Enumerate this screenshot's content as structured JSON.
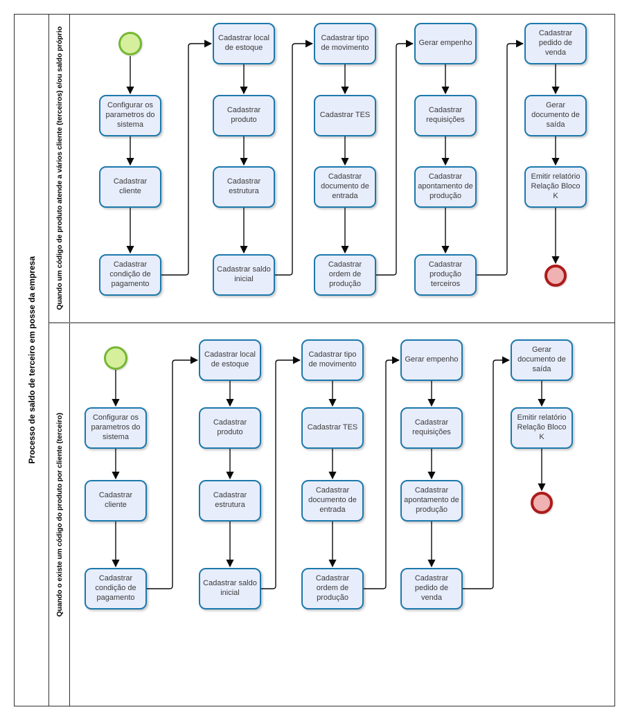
{
  "diagram": {
    "pool_title": "Processo de saldo de terceiro em posse da empresa",
    "lanes": [
      {
        "label": "Quando um código de produto atende a vários cliente (terceiros) e/ou saldo próprio",
        "columns": [
          {
            "tasks": [
              "Configurar os parametros do sistema",
              "Cadastrar cliente",
              "Cadastrar condição de pagamento"
            ]
          },
          {
            "tasks": [
              "Cadastrar local de estoque",
              "Cadastrar produto",
              "Cadastrar estrutura",
              "Cadastrar saldo inicial"
            ]
          },
          {
            "tasks": [
              "Cadastrar tipo de movimento",
              "Cadastrar TES",
              "Cadastrar documento de entrada",
              "Cadastrar ordem de produção"
            ]
          },
          {
            "tasks": [
              "Gerar empenho",
              "Cadastrar requisições",
              "Cadastrar apontamento de produção",
              "Cadastrar produção terceiros"
            ]
          },
          {
            "tasks": [
              "Cadastrar pedido de venda",
              "Gerar documento de saída",
              "Emitir relatório Relação Bloco K"
            ]
          }
        ]
      },
      {
        "label": "Quando o existe um código do produto por cliente (terceiro)",
        "columns": [
          {
            "tasks": [
              "Configurar os parametros do sistema",
              "Cadastrar cliente",
              "Cadastrar condição de pagamento"
            ]
          },
          {
            "tasks": [
              "Cadastrar local de estoque",
              "Cadastrar produto",
              "Cadastrar estrutura",
              "Cadastrar saldo inicial"
            ]
          },
          {
            "tasks": [
              "Cadastrar tipo de movimento",
              "Cadastrar TES",
              "Cadastrar documento de entrada",
              "Cadastrar ordem de produção"
            ]
          },
          {
            "tasks": [
              "Gerar empenho",
              "Cadastrar requisições",
              "Cadastrar apontamento de produção",
              "Cadastrar pedido de venda"
            ]
          },
          {
            "tasks": [
              "Gerar documento de saída",
              "Emitir relatório Relação Bloco K"
            ]
          }
        ]
      }
    ]
  },
  "colors": {
    "task_fill": "#e8edfb",
    "task_border": "#1b78ac",
    "start_fill": "#d5ef9d",
    "start_border": "#76b733",
    "end_fill": "#efb1b1",
    "end_border": "#ae1a1a",
    "connector": "#0a0a0a"
  }
}
